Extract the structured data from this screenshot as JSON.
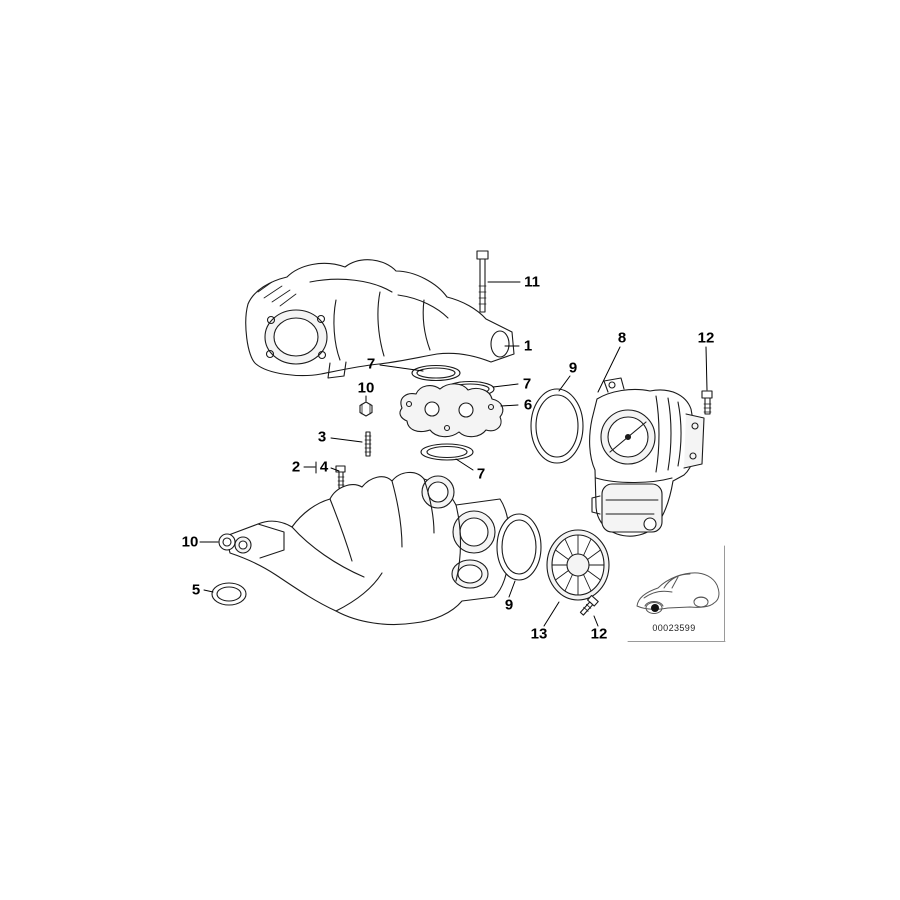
{
  "diagram": {
    "kind": "exploded-parts-diagram",
    "subject": "intake-manifold-assembly",
    "drawing_number": "00023599",
    "ink_color": "#1b1b1b",
    "background_color": "#ffffff",
    "callouts": [
      {
        "ref": "long-bolt",
        "label": "11"
      },
      {
        "ref": "upper-manifold",
        "label": "1"
      },
      {
        "ref": "oring-upper-left",
        "label": "7"
      },
      {
        "ref": "oring-upper-right",
        "label": "7"
      },
      {
        "ref": "flange-plate",
        "label": "6"
      },
      {
        "ref": "nut",
        "label": "10"
      },
      {
        "ref": "stud",
        "label": "3"
      },
      {
        "ref": "assembly",
        "label": "2"
      },
      {
        "ref": "small-bolt",
        "label": "4"
      },
      {
        "ref": "oring-middle",
        "label": "7"
      },
      {
        "ref": "oring-throttle",
        "label": "9"
      },
      {
        "ref": "throttle-body",
        "label": "8"
      },
      {
        "ref": "screw-upper",
        "label": "12"
      },
      {
        "ref": "cap",
        "label": "10"
      },
      {
        "ref": "profile-gasket",
        "label": "5"
      },
      {
        "ref": "oring-lower",
        "label": "9"
      },
      {
        "ref": "adapter-flange",
        "label": "13"
      },
      {
        "ref": "screw-lower",
        "label": "12"
      }
    ]
  }
}
